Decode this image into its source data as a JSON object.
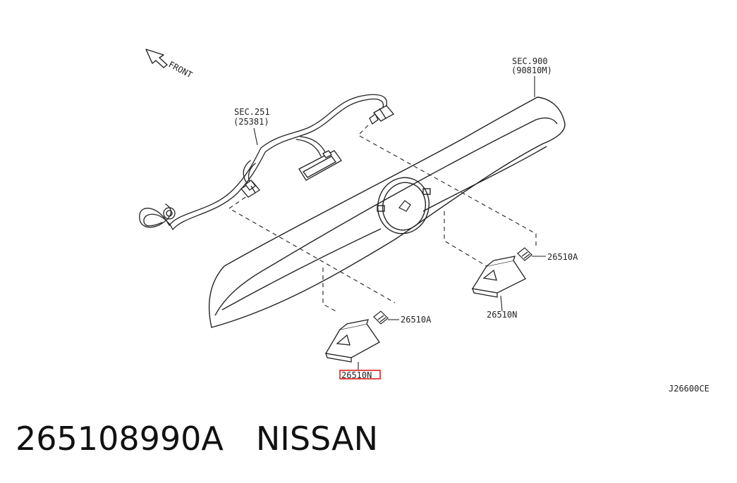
{
  "labels": {
    "front": "FRONT",
    "sec900_line1": "SEC.900",
    "sec900_line2": "(90810M)",
    "sec251_line1": "SEC.251",
    "sec251_line2": "(25381)",
    "bulb_right": "26510A",
    "lamp_right": "26510N",
    "bulb_left": "26510A",
    "lamp_left": "26510N",
    "diagram_code": "J26600CE"
  },
  "footer": {
    "part_number": "265108990A",
    "brand": "NISSAN"
  },
  "colors": {
    "line": "#222222",
    "highlight": "#e0201b"
  }
}
